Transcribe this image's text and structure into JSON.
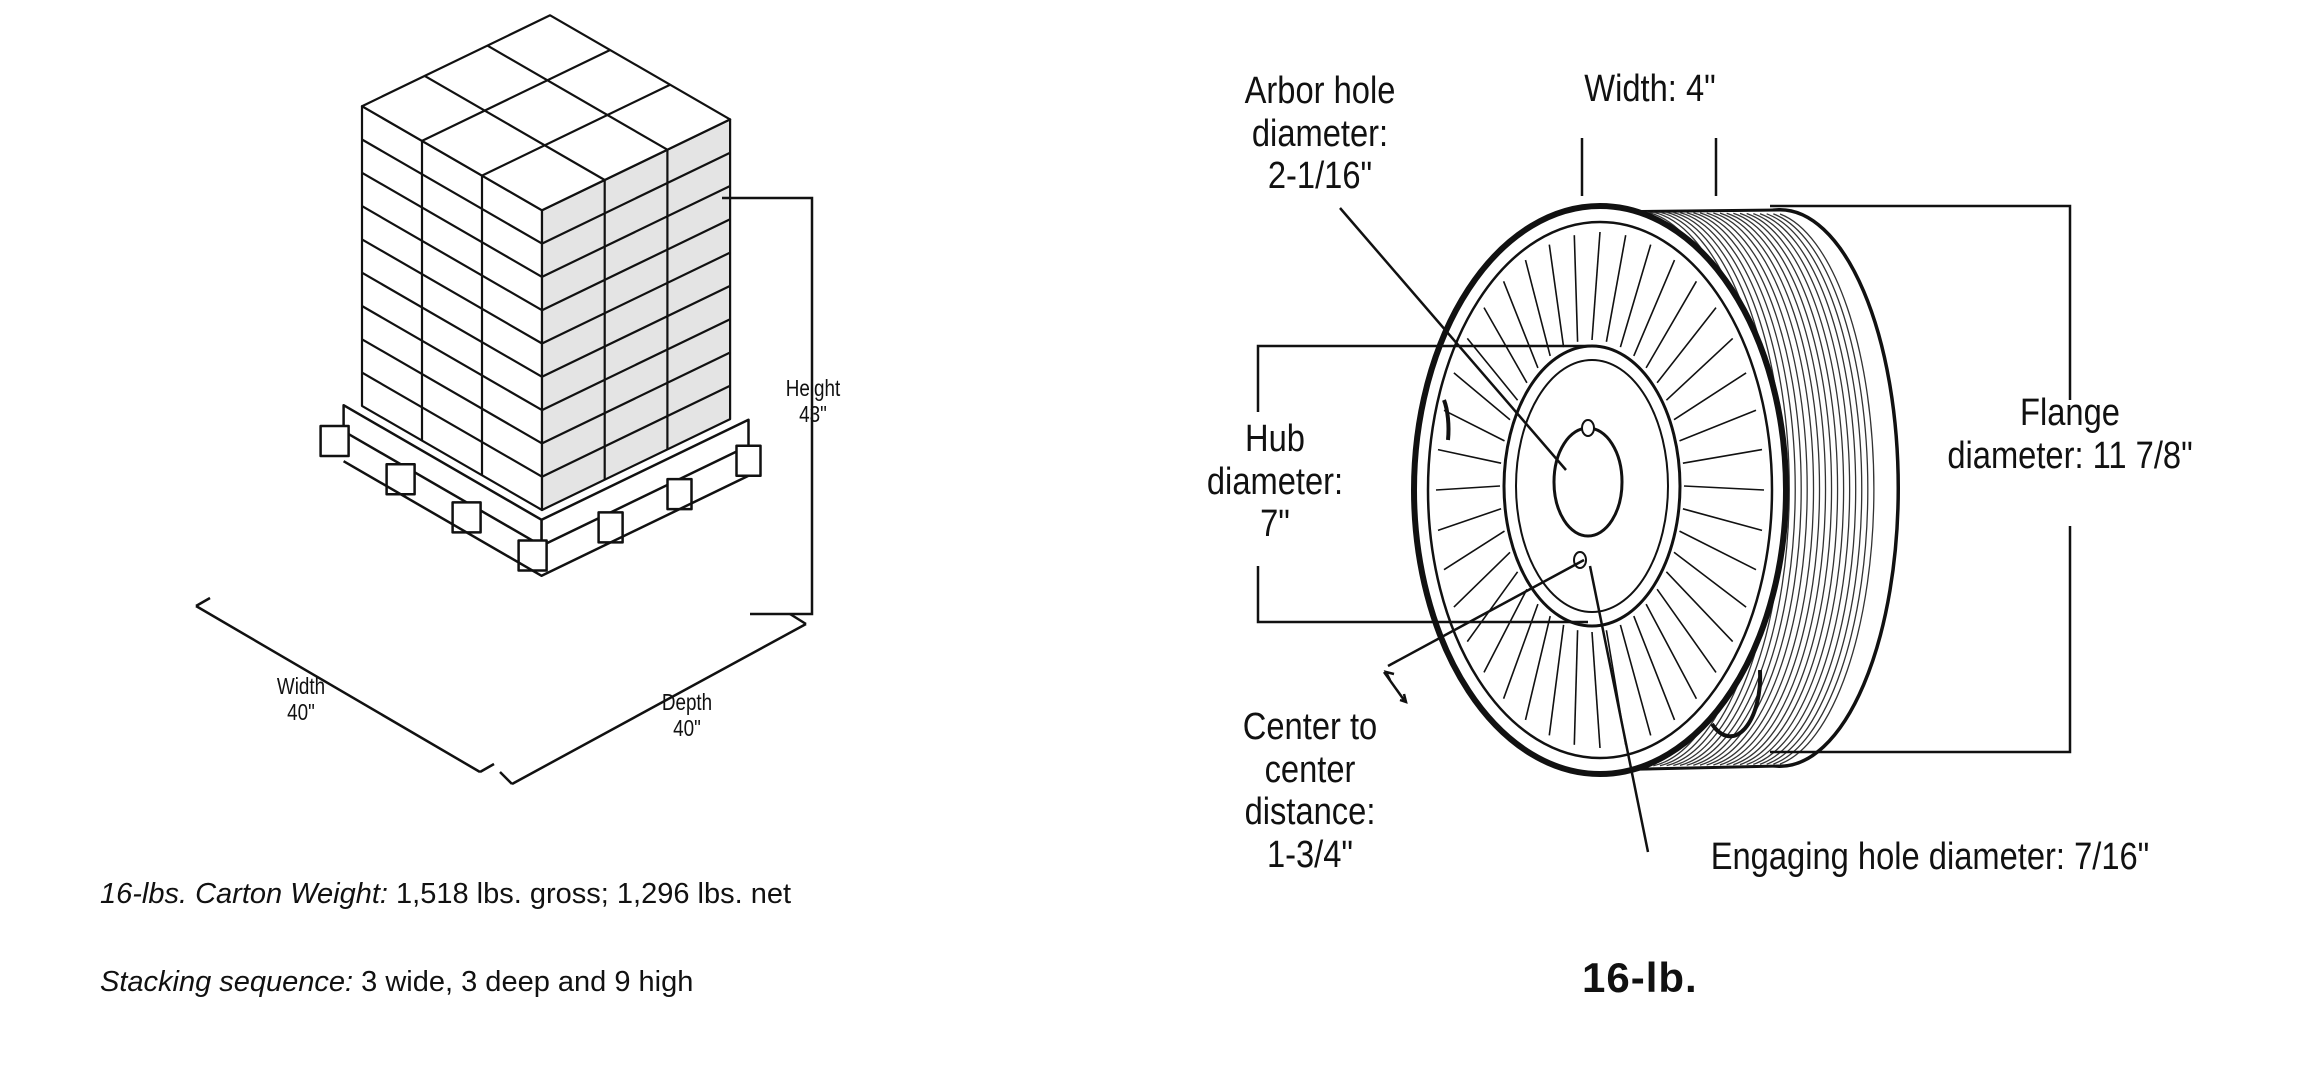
{
  "pallet": {
    "height_label": "Height",
    "height_value": "43\"",
    "width_label": "Width",
    "width_value": "40\"",
    "depth_label": "Depth",
    "depth_value": "40\"",
    "stack": {
      "wide": 3,
      "deep": 3,
      "high": 9
    },
    "weight_note": {
      "label": "16-lbs. Carton Weight:",
      "value": " 1,518 lbs. gross; 1,296 lbs. net"
    },
    "stacking_note": {
      "label": "Stacking sequence:",
      "value": " 3 wide, 3 deep and 9 high"
    }
  },
  "spool": {
    "arbor_line1": "Arbor hole",
    "arbor_line2": "diameter:",
    "arbor_line3": "2-1/16\"",
    "width_label": "Width: 4\"",
    "hub_line1": "Hub",
    "hub_line2": "diameter:",
    "hub_line3": "7\"",
    "flange_line1": "Flange",
    "flange_line2": "diameter: 11 7/8\"",
    "center_line1": "Center to",
    "center_line2": "center",
    "center_line3": "distance:",
    "center_line4": "1-3/4\"",
    "engaging_label": "Engaging hole diameter: 7/16\"",
    "caption": "16-lb."
  }
}
